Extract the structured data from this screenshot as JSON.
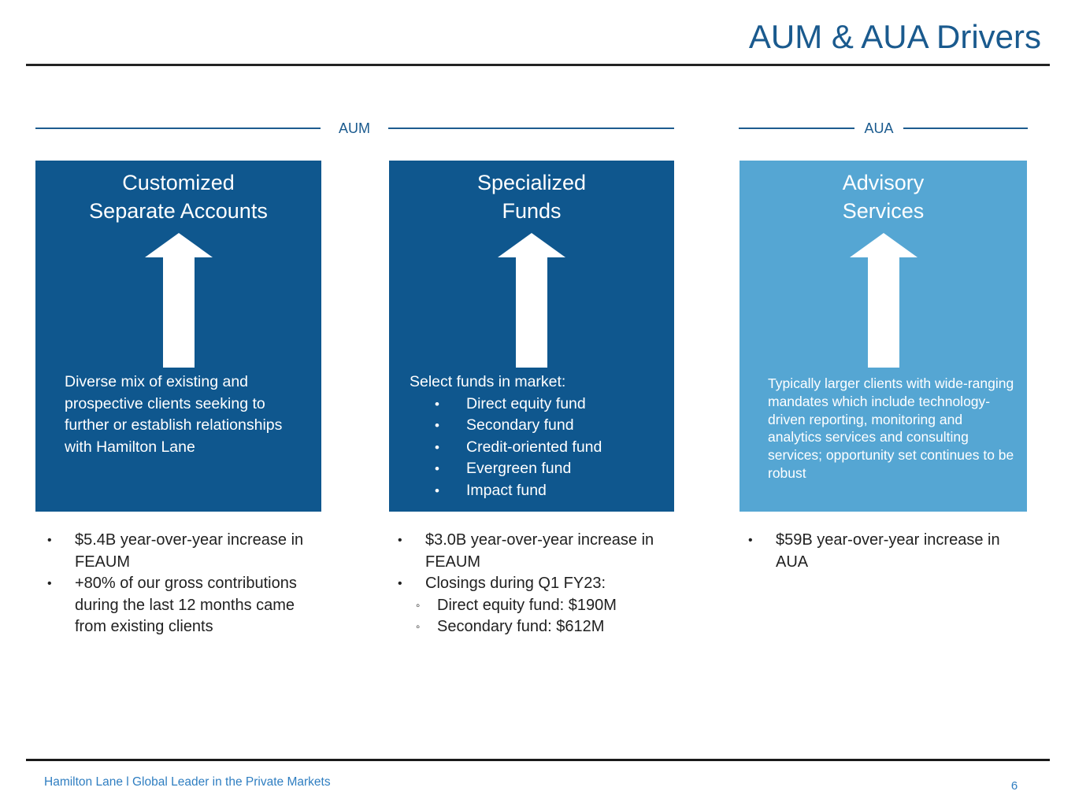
{
  "slide": {
    "title": "AUM & AUA Drivers",
    "footer_text": "Hamilton Lane l Global Leader in the Private Markets",
    "page_number": "6"
  },
  "sections": {
    "aum_label": "AUM",
    "aua_label": "AUA"
  },
  "colors": {
    "dark_box_blue": "#0F578E",
    "light_box_blue": "#55A6D3",
    "heading_blue": "#1A5A8E",
    "footer_blue": "#2F7EC1",
    "rule_dark": "#232323",
    "body_text": "#212121"
  },
  "boxes": [
    {
      "title_line1": "Customized",
      "title_line2": "Separate Accounts",
      "body": "Diverse mix of existing and prospective clients seeking to further or establish relationships with Hamilton Lane"
    },
    {
      "title_line1": "Specialized",
      "title_line2": "Funds",
      "body_intro": "Select funds in market:",
      "bullets": [
        "Direct equity fund",
        "Secondary fund",
        "Credit-oriented fund",
        "Evergreen fund",
        "Impact fund"
      ]
    },
    {
      "title_line1": "Advisory",
      "title_line2": "Services",
      "body": "Typically larger clients with wide-ranging mandates which include technology-driven reporting, monitoring and analytics services and consulting services; opportunity set continues to be robust"
    }
  ],
  "notes": {
    "col1": [
      "$5.4B year-over-year increase in FEAUM",
      "+80% of our gross contributions during the last 12 months came from existing clients"
    ],
    "col2": [
      {
        "text": "$3.0B year-over-year increase in FEAUM",
        "sub": []
      },
      {
        "text": "Closings during Q1 FY23:",
        "sub": [
          "Direct equity fund: $190M",
          "Secondary fund: $612M"
        ]
      }
    ],
    "col3": [
      "$59B year-over-year increase in AUA"
    ]
  }
}
